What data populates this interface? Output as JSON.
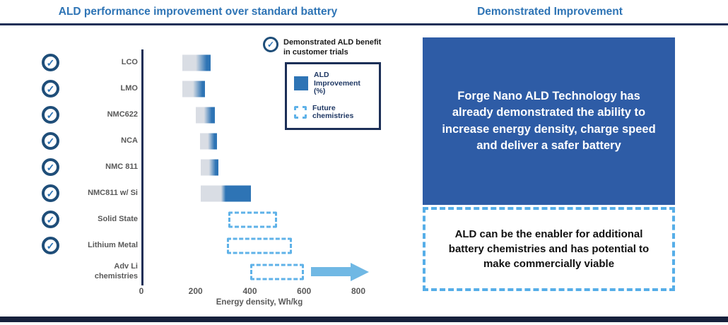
{
  "colors": {
    "title_blue": "#2E74B5",
    "navy": "#1C2F57",
    "bar_gray": "#D9DDE4",
    "bar_blue": "#2E74B5",
    "dashed_light_blue": "#5FB2E8",
    "arrow_light_blue": "#70B8E4",
    "right_box_blue": "#2E5CA6",
    "bottom_bar_navy": "#17213C",
    "label_gray": "#595959"
  },
  "left_panel": {
    "title": "ALD performance improvement over standard battery"
  },
  "legend": {
    "note_icon": "check-circle-icon",
    "note_text": "Demonstrated ALD benefit in customer trials",
    "items": [
      {
        "swatch": "solid-blue",
        "label": "ALD Improvement (%)"
      },
      {
        "swatch": "dashed-outline",
        "label": "Future chemistries"
      }
    ]
  },
  "chart_data": {
    "type": "bar",
    "orientation": "horizontal",
    "title": "ALD performance improvement over standard battery",
    "xlabel": "Energy density, Wh/kg",
    "xticks": [
      0,
      200,
      400,
      600,
      800
    ],
    "xlim": [
      0,
      860
    ],
    "grid": false,
    "bars": [
      {
        "category": "LCO",
        "demonstrated": true,
        "style": "measured",
        "start": 150,
        "gray_end": 200,
        "blue_start": 240,
        "end": 255
      },
      {
        "category": "LMO",
        "demonstrated": true,
        "style": "measured",
        "start": 150,
        "gray_end": 190,
        "blue_start": 225,
        "end": 235
      },
      {
        "category": "NMC622",
        "demonstrated": true,
        "style": "measured",
        "start": 200,
        "gray_end": 230,
        "blue_start": 258,
        "end": 270
      },
      {
        "category": "NCA",
        "demonstrated": true,
        "style": "measured",
        "start": 215,
        "gray_end": 245,
        "blue_start": 270,
        "end": 280
      },
      {
        "category": "NMC 811",
        "demonstrated": true,
        "style": "measured",
        "start": 220,
        "gray_end": 250,
        "blue_start": 275,
        "end": 285
      },
      {
        "category": "NMC811 w/ Si",
        "demonstrated": true,
        "style": "measured",
        "start": 220,
        "gray_end": 295,
        "blue_start": 312,
        "end": 405
      },
      {
        "category": "Solid State",
        "demonstrated": true,
        "style": "dashed",
        "start": 320,
        "end": 500
      },
      {
        "category": "Lithium Metal",
        "demonstrated": true,
        "style": "dashed",
        "start": 315,
        "end": 555
      },
      {
        "category": "Adv Li chemistries",
        "demonstrated": false,
        "style": "dashed",
        "start": 400,
        "end": 600,
        "arrow": true
      }
    ]
  },
  "right_panel": {
    "title": "Demonstrated Improvement",
    "blue_box_text": "Forge Nano ALD Technology has already demonstrated the ability to increase energy density, charge speed and deliver a safer battery",
    "dashed_box_text": "ALD can be the enabler for additional battery chemistries and has potential to make commercially viable"
  }
}
